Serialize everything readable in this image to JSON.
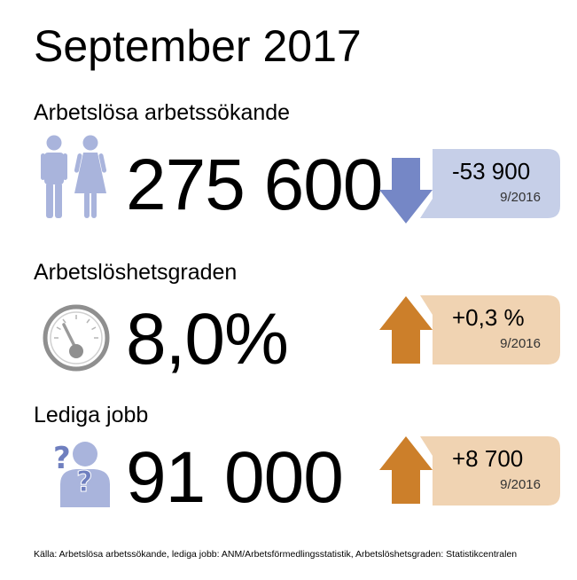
{
  "title": "September 2017",
  "sections": [
    {
      "label": "Arbetslösa arbetssökande",
      "value": "275 600",
      "change": "-53 900",
      "reference": "9/2016",
      "direction": "down",
      "icon": "people-icon"
    },
    {
      "label": "Arbetslöshetsgraden",
      "value": "8,0%",
      "change": "+0,3 %",
      "reference": "9/2016",
      "direction": "up",
      "icon": "gauge-icon"
    },
    {
      "label": "Lediga jobb",
      "value": "91 000",
      "change": "+8 700",
      "reference": "9/2016",
      "direction": "up",
      "icon": "person-question-icon"
    }
  ],
  "colors": {
    "down_arrow": "#7587c6",
    "down_box": "#c6cfe8",
    "up_arrow": "#cc7f2a",
    "up_box": "#f0d3b2",
    "icon_blue": "#a9b4dc",
    "gauge_gray": "#8f8f8f"
  },
  "footer": "Källa: Arbetslösa arbetssökande, lediga jobb: ANM/Arbetsförmedlingsstatistik, Arbetslöshetsgraden: Statistikcentralen"
}
